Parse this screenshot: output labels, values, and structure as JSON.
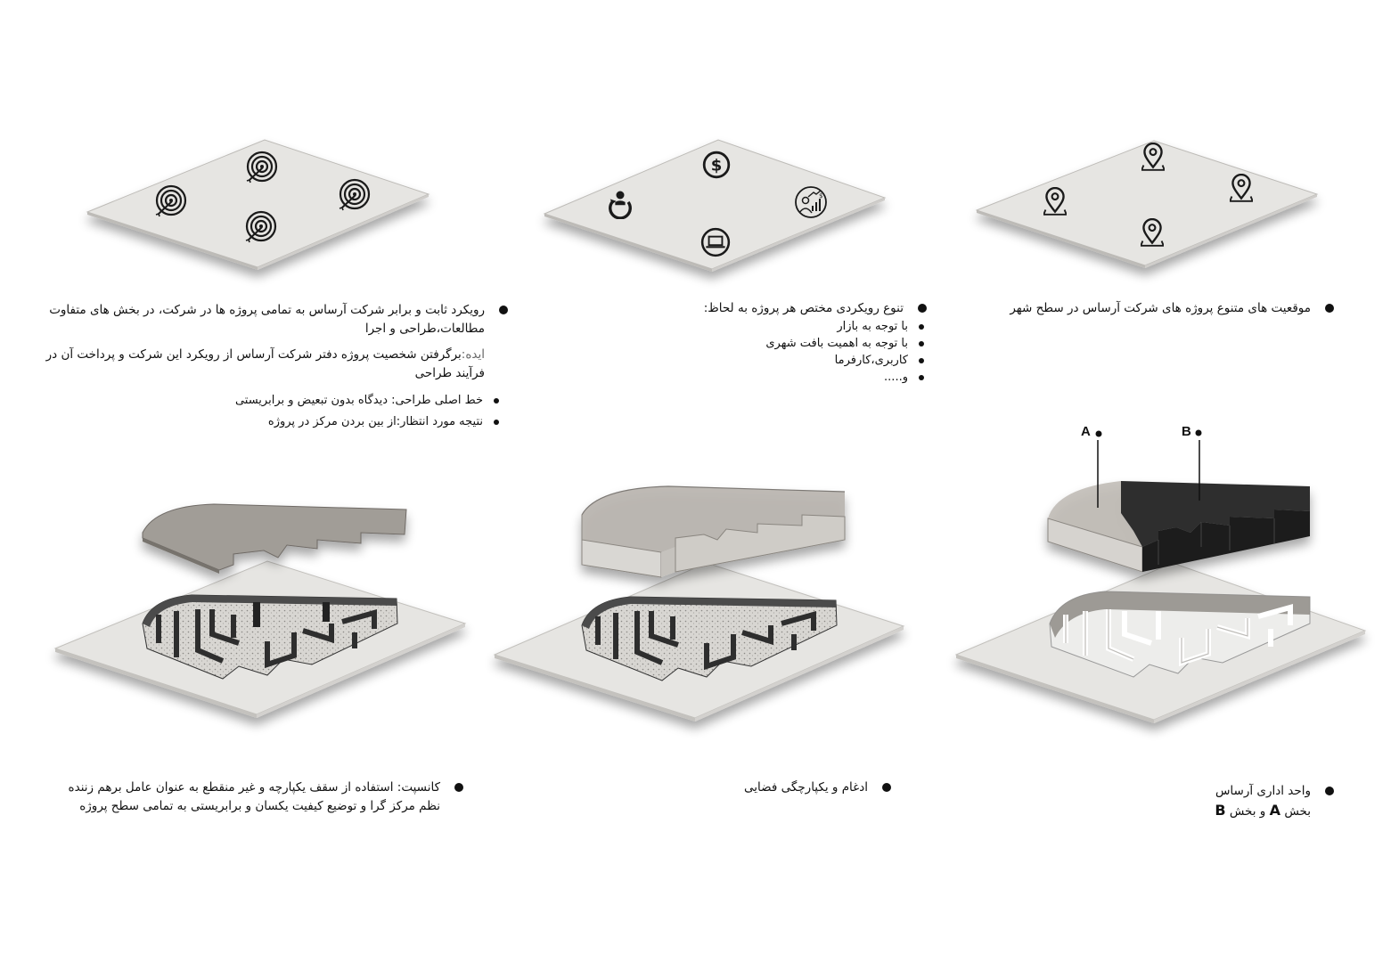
{
  "panels": {
    "top_right": {
      "caption": "موقعیت های متنوع پروژه های شرکت آرساس در سطح شهر",
      "icons": [
        "location-pin-icon",
        "location-pin-icon",
        "location-pin-icon",
        "location-pin-icon"
      ]
    },
    "top_middle": {
      "caption": "تنوع رویکردی مختص هر پروژه به لحاظ:",
      "items": [
        "با توجه به بازار",
        "با توجه به اهمیت بافت شهری",
        "کاربری،کارفرما",
        "و....."
      ],
      "icons": [
        "dollar-icon",
        "user-cycle-icon",
        "investor-growth-icon",
        "laptop-icon"
      ]
    },
    "top_left": {
      "caption": "رویکرد ثابت و برابر شرکت آرساس به تمامی پروژه ها در شرکت، در بخش های متفاوت مطالعات،طراحی و اجرا",
      "idea_label": "ایده:",
      "idea_text": "برگرفتن شخصیت پروژه دفتر شرکت آرساس از رویکرد این شرکت و پرداخت آن در فرآیند طراحی",
      "items": [
        "خط اصلی طراحی: دیدگاه بدون تبعیض و برابریستی",
        "نتیجه مورد انتظار:از بین بردن مرکز در پروژه"
      ],
      "icons": [
        "target-icon",
        "target-icon",
        "target-icon",
        "target-icon"
      ]
    },
    "bottom_right": {
      "caption_line1": "واحد اداری آرساس",
      "caption_line2_pre": "بخش",
      "marker_a": "A",
      "caption_line2_mid": "و بخش",
      "marker_b": "B"
    },
    "bottom_middle": {
      "caption": "ادغام و یکپارچگی فضایی"
    },
    "bottom_left": {
      "caption": "کانسپت: استفاده از سقف یکپارچه و غیر منقطع به عنوان عامل برهم زننده نظم مرکز گرا و توضیع کیفیت یکسان و برابریستی به تمامی سطح پروژه"
    }
  },
  "colors": {
    "slab": "#e6e5e2",
    "slab_edge": "#b9b7b3",
    "ceiling_grey": "#9f9b95",
    "ceiling_dark": "#2b2b2b",
    "ceiling_translucent": "#b8b4ae",
    "wall_dark": "#4a4a4a",
    "wall_white": "#f4f4f4",
    "icon": "#1a1a1a"
  }
}
